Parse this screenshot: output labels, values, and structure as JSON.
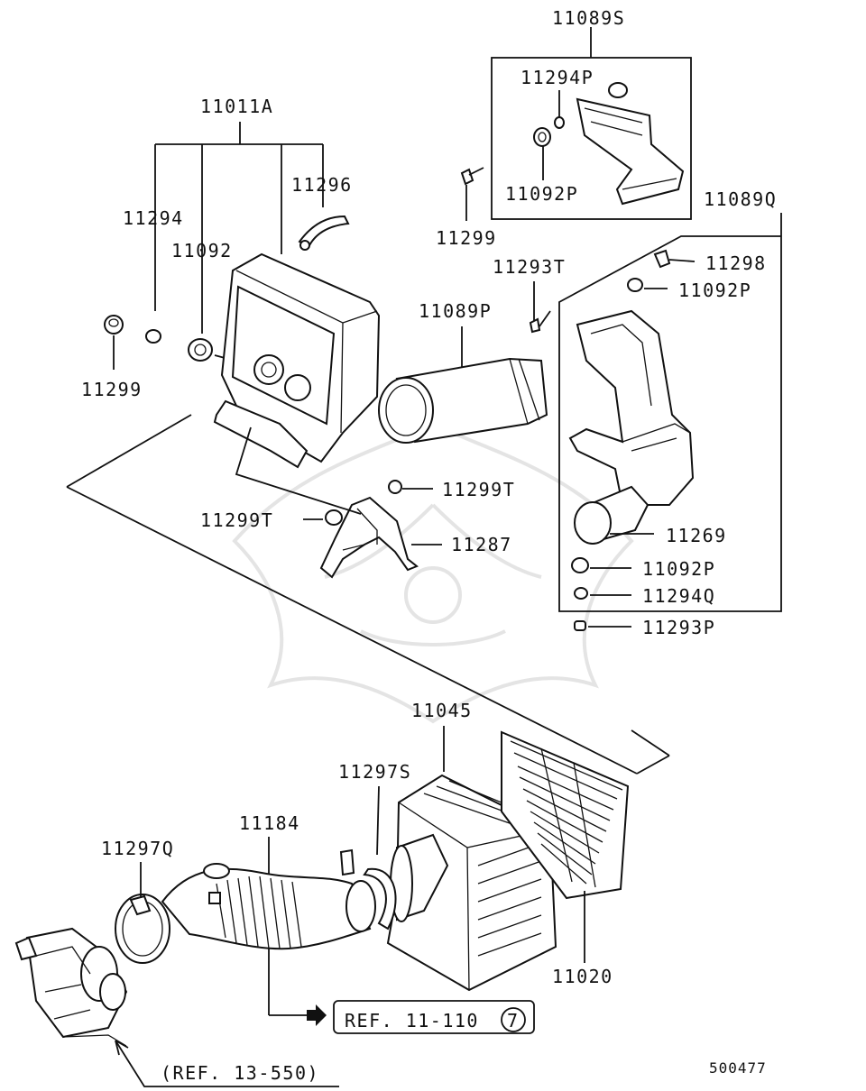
{
  "diagram": {
    "callouts": [
      {
        "id": "11089S",
        "text": "11089S"
      },
      {
        "id": "11294P",
        "text": "11294P"
      },
      {
        "id": "11092P_a",
        "text": "11092P"
      },
      {
        "id": "11299_a",
        "text": "11299"
      },
      {
        "id": "11011A",
        "text": "11011A"
      },
      {
        "id": "11296",
        "text": "11296"
      },
      {
        "id": "11294",
        "text": "11294"
      },
      {
        "id": "11092",
        "text": "11092"
      },
      {
        "id": "11299_b",
        "text": "11299"
      },
      {
        "id": "11089Q",
        "text": "11089Q"
      },
      {
        "id": "11298",
        "text": "11298"
      },
      {
        "id": "11092P_b",
        "text": "11092P"
      },
      {
        "id": "11293T",
        "text": "11293T"
      },
      {
        "id": "11089P",
        "text": "11089P"
      },
      {
        "id": "11299T_a",
        "text": "11299T"
      },
      {
        "id": "11299T_b",
        "text": "11299T"
      },
      {
        "id": "11287",
        "text": "11287"
      },
      {
        "id": "11269",
        "text": "11269"
      },
      {
        "id": "11092P_c",
        "text": "11092P"
      },
      {
        "id": "11294Q",
        "text": "11294Q"
      },
      {
        "id": "11293P",
        "text": "11293P"
      },
      {
        "id": "11045",
        "text": "11045"
      },
      {
        "id": "11297S",
        "text": "11297S"
      },
      {
        "id": "11184",
        "text": "11184"
      },
      {
        "id": "11297Q",
        "text": "11297Q"
      },
      {
        "id": "11020",
        "text": "11020"
      }
    ],
    "references": {
      "ref_11_110": "REF. 11-110",
      "ref_11_110_circle": "7",
      "ref_13_550": "(REF. 13-550)"
    },
    "diagram_number": "500477"
  }
}
